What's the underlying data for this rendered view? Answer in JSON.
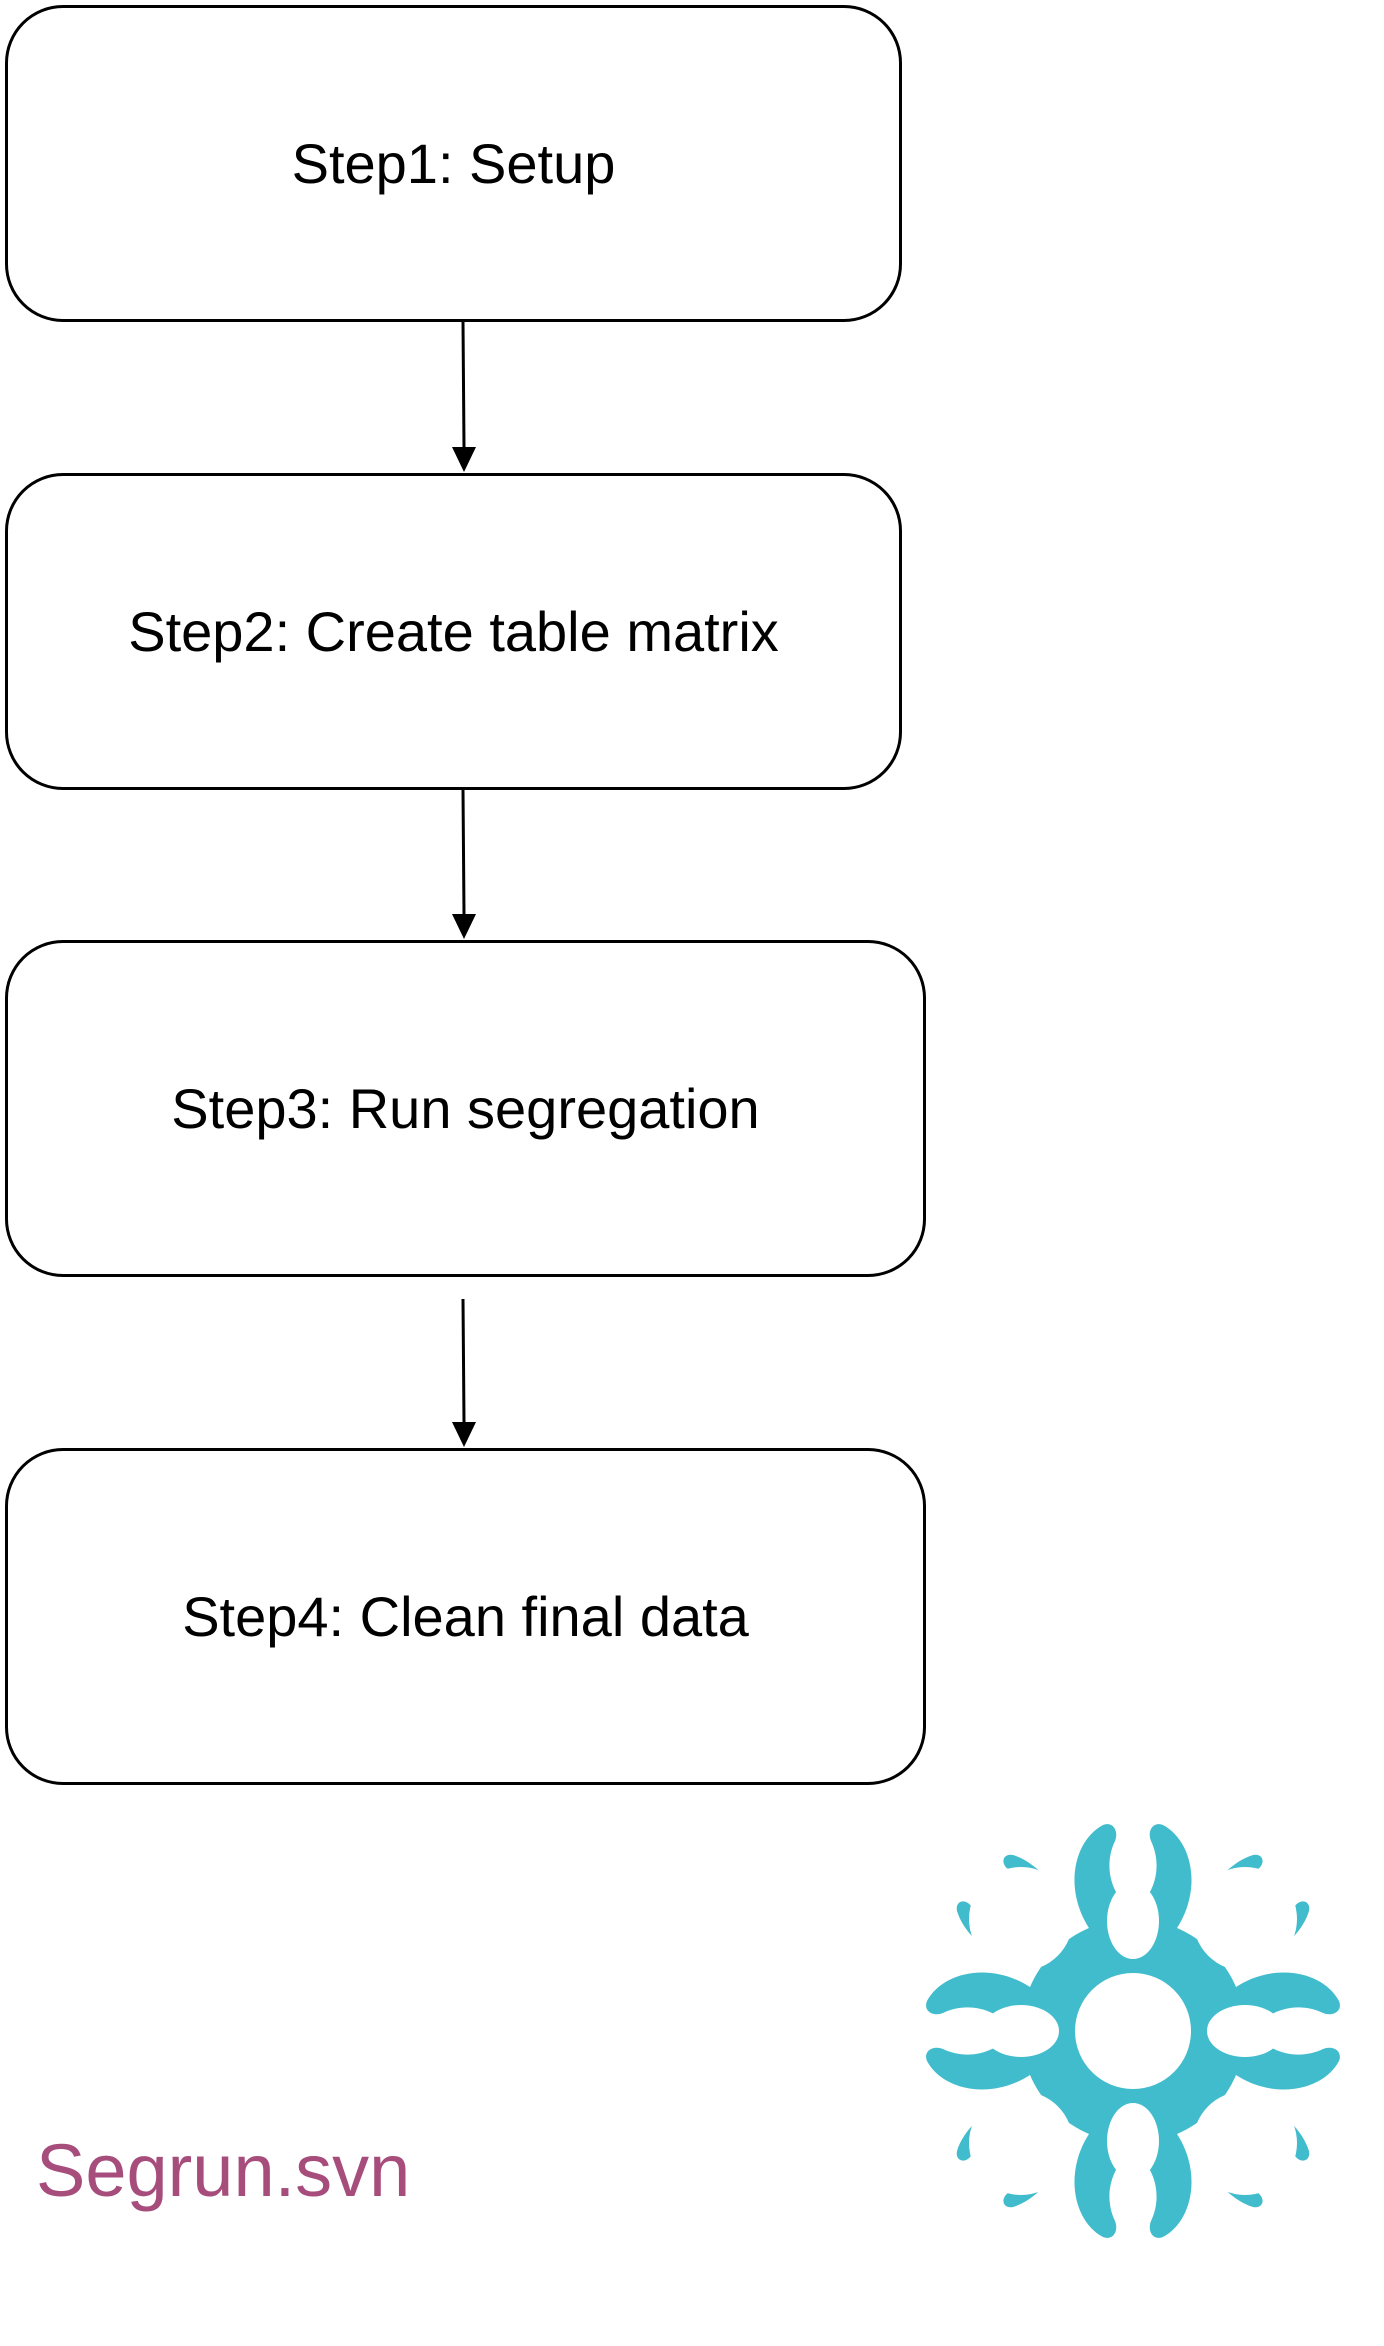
{
  "steps": [
    {
      "label": "Step1: Setup"
    },
    {
      "label": "Step2: Create table matrix"
    },
    {
      "label": "Step3: Run segregation"
    },
    {
      "label": "Step4: Clean final data"
    }
  ],
  "brand": {
    "text": "Segrun.svn",
    "text_color": "#a64d7c",
    "logo_color": "#41bccc",
    "logo_icon": "snowflake-flower-logo"
  },
  "colors": {
    "box_border": "#000000",
    "arrow": "#000000",
    "background": "#ffffff"
  }
}
